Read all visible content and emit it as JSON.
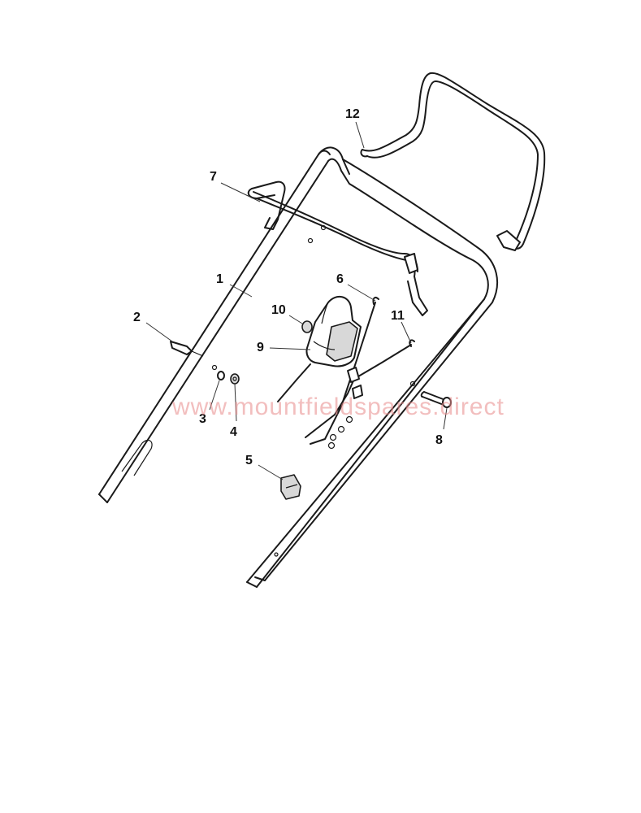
{
  "watermark": "www.mountfieldspares.direct",
  "callouts": [
    {
      "id": "1",
      "label": "1"
    },
    {
      "id": "2",
      "label": "2"
    },
    {
      "id": "3",
      "label": "3"
    },
    {
      "id": "4",
      "label": "4"
    },
    {
      "id": "5",
      "label": "5"
    },
    {
      "id": "6",
      "label": "6"
    },
    {
      "id": "7",
      "label": "7"
    },
    {
      "id": "8",
      "label": "8"
    },
    {
      "id": "9",
      "label": "9"
    },
    {
      "id": "10",
      "label": "10"
    },
    {
      "id": "11",
      "label": "11"
    },
    {
      "id": "12",
      "label": "12"
    }
  ]
}
